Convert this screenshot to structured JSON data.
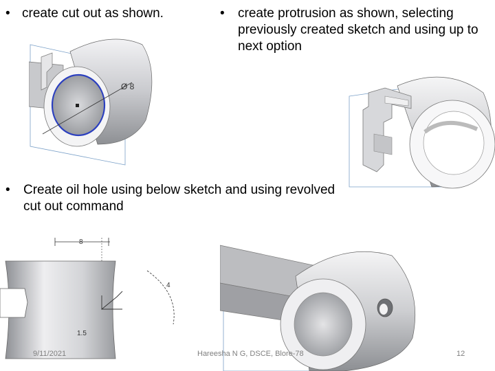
{
  "slide": {
    "bullets": [
      {
        "marker": "•",
        "text": "create cut out as shown."
      },
      {
        "marker": "•",
        "text": "create protrusion as shown, selecting previously created sketch and using up to next option"
      },
      {
        "marker": "•",
        "text": "Create oil hole using below sketch and using revolved cut out command"
      }
    ],
    "footer": {
      "date": "9/11/2021",
      "author": "Hareesha N G, DSCE, Blore-78",
      "page": "12"
    },
    "figure_labels": {
      "cutout_dim": "Ø 8",
      "oil_hole_top": "8",
      "oil_hole_right": "4",
      "oil_hole_bottom": "1.5"
    }
  }
}
